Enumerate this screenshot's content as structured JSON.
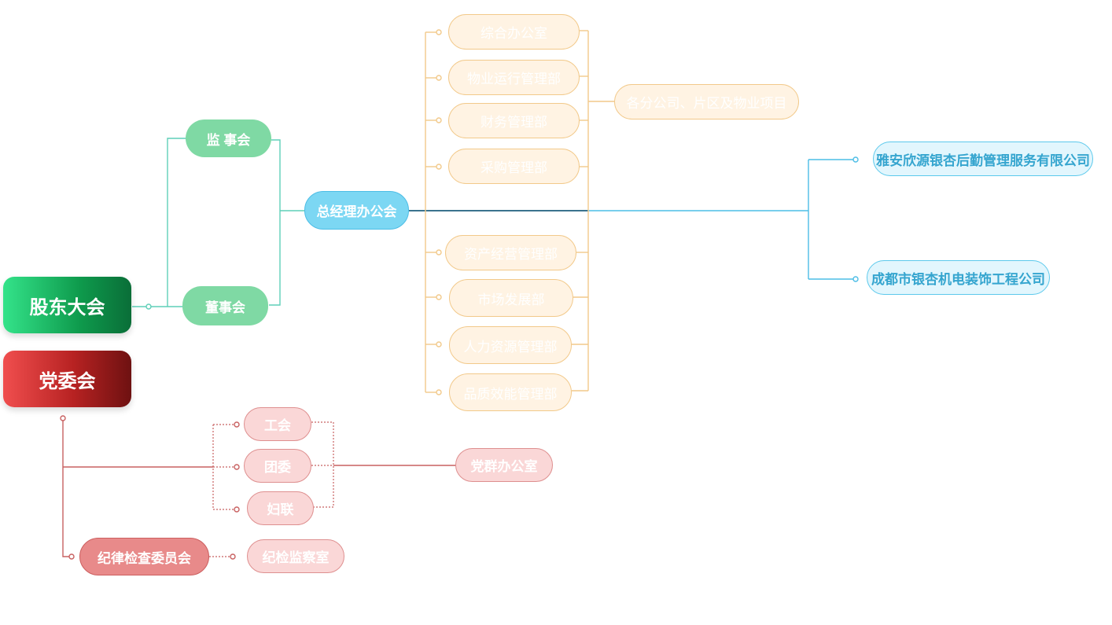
{
  "roots": {
    "shareholders": "股东大会",
    "party_committee": "党委会"
  },
  "governance": {
    "supervisors": "监 事会",
    "board": "董事会",
    "gm_office": "总经理办公会"
  },
  "departments_upper": [
    "综合办公室",
    "物业运行管理部",
    "财务管理部",
    "采购管理部"
  ],
  "departments_lower": [
    "资产经营管理部",
    "市场发展部",
    "人力资源管理部",
    "品质效能管理部"
  ],
  "branches": "各分公司、片区及物业项目",
  "subsidiaries": [
    "雅安欣源银杏后勤管理服务有限公司",
    "成都市银杏机电装饰工程公司"
  ],
  "party": {
    "groups": [
      "工会",
      "团委",
      "妇联"
    ],
    "mass_office": "党群办公室",
    "discipline_committee": "纪律检查委员会",
    "discipline_office": "纪检监察室"
  },
  "colors": {
    "green": "#0e9a4c",
    "teal_line": "#5fcfb8",
    "blue": "#7cd7f3",
    "orange_line": "#f2c98a",
    "cyan_line": "#4cbde6",
    "red": "#b72222",
    "red_line": "#c86060"
  }
}
